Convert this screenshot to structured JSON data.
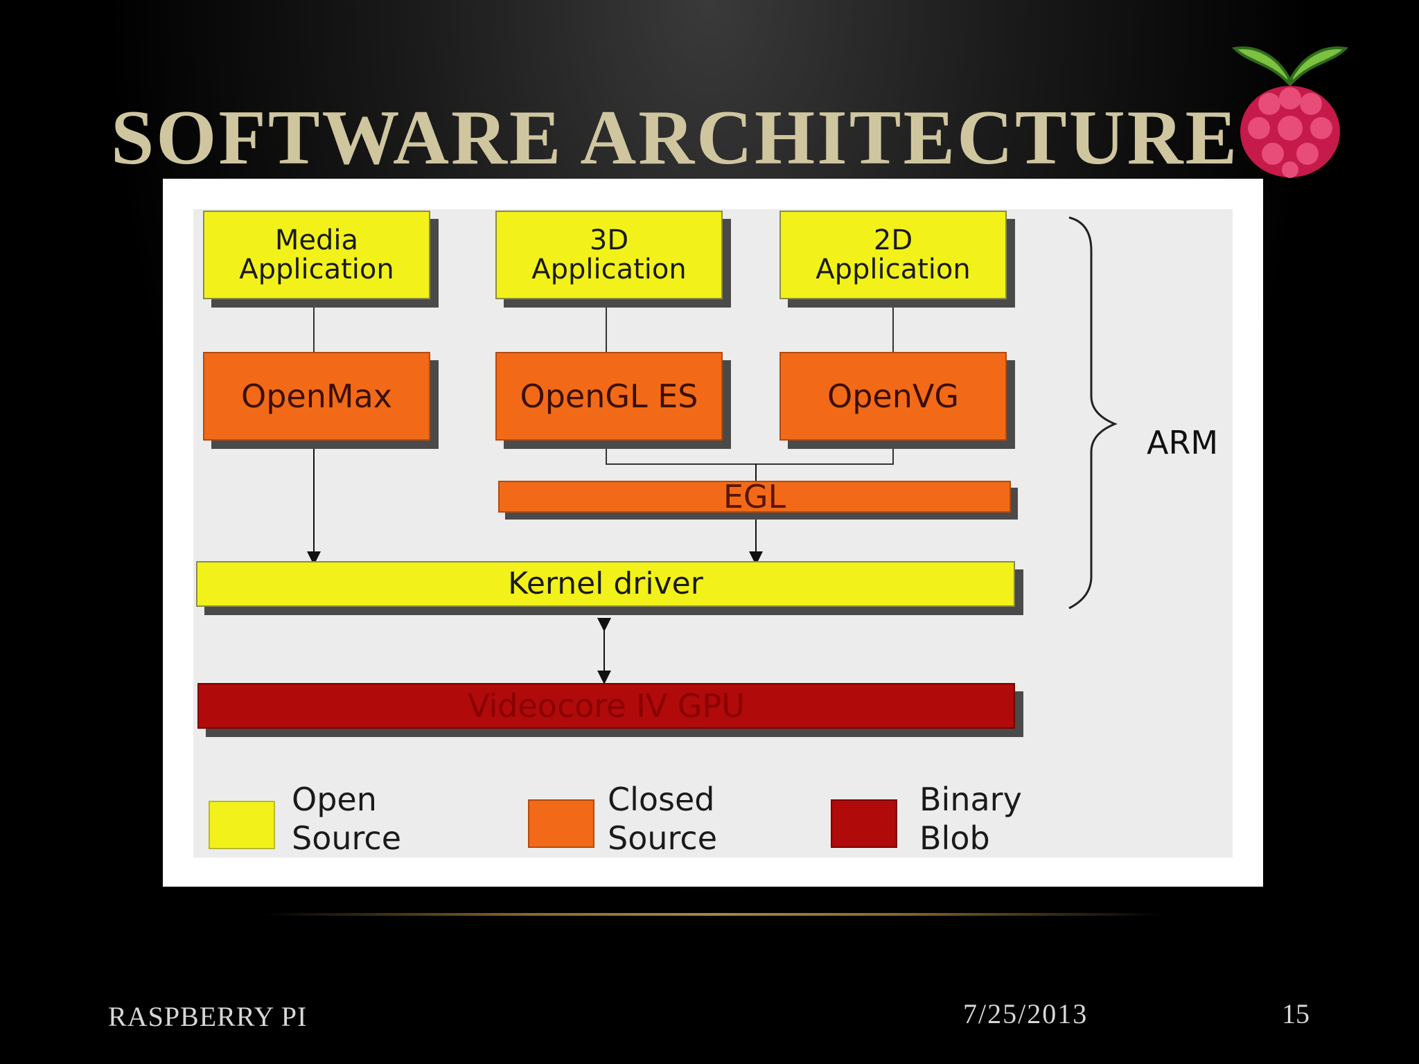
{
  "slide": {
    "title": "SOFTWARE ARCHITECTURE",
    "footer_left": "RASPBERRY PI",
    "footer_date": "7/25/2013",
    "page_number": "15"
  },
  "diagram": {
    "applications": [
      {
        "line1": "Media",
        "line2": "Application"
      },
      {
        "line1": "3D",
        "line2": "Application"
      },
      {
        "line1": "2D",
        "line2": "Application"
      }
    ],
    "apis": [
      "OpenMax",
      "OpenGL ES",
      "OpenVG"
    ],
    "egl": "EGL",
    "kernel": "Kernel driver",
    "gpu": "Videocore IV GPU",
    "arm_label": "ARM",
    "legend": [
      {
        "line1": "Open",
        "line2": "Source",
        "color": "#f2f21a"
      },
      {
        "line1": "Closed",
        "line2": "Source",
        "color": "#f26a18"
      },
      {
        "line1": "Binary",
        "line2": "Blob",
        "color": "#b00a0a"
      }
    ]
  },
  "colors": {
    "open_source": "#f2f21a",
    "closed_source": "#f26a18",
    "binary_blob": "#b00a0a",
    "title": "#cfc6a0"
  },
  "icons": {
    "logo": "raspberry-pi-logo-icon"
  }
}
